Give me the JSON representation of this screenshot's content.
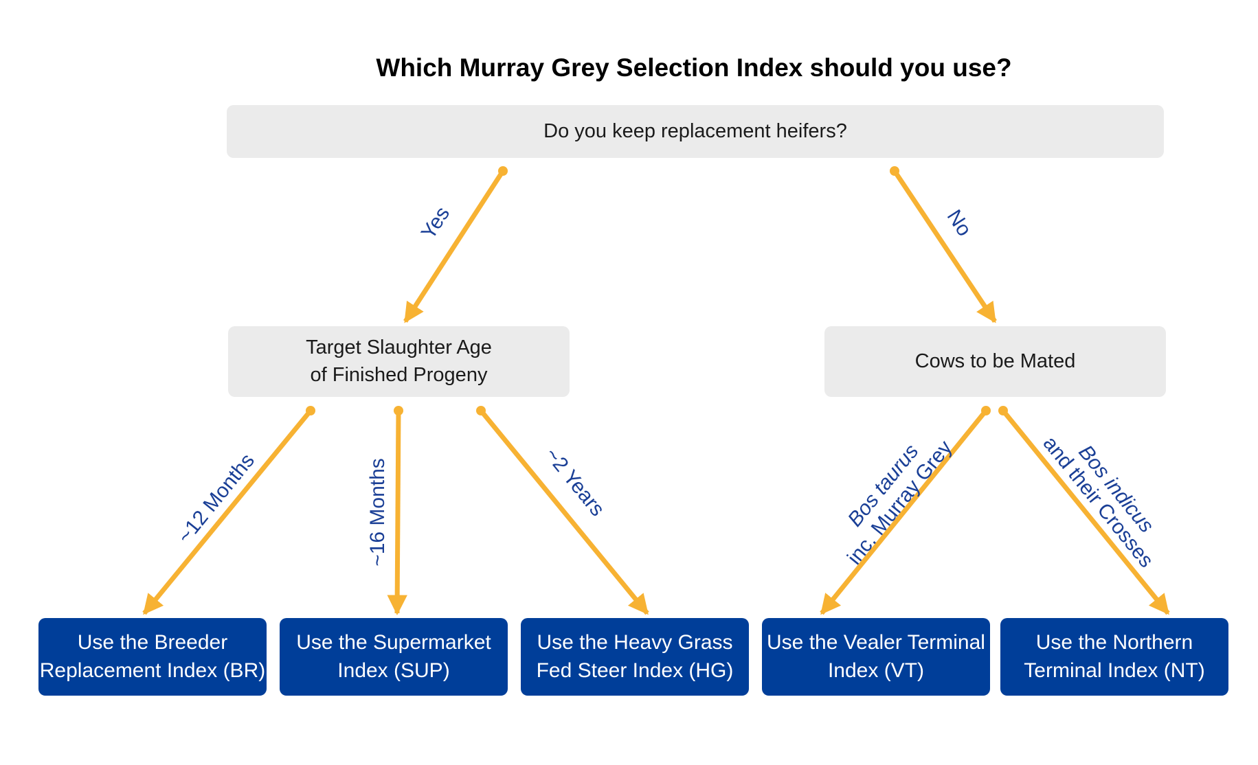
{
  "title": "Which Murray Grey Selection Index should you use?",
  "colors": {
    "arrow": "#f7b233",
    "label": "#1a3f96",
    "question_bg": "#ebebeb",
    "result_bg": "#003e99"
  },
  "questions": {
    "q1": "Do you keep replacement heifers?",
    "q2_line1": "Target Slaughter Age",
    "q2_line2": "of Finished Progeny",
    "q3": "Cows to be Mated"
  },
  "edges": {
    "yes": "Yes",
    "no": "No",
    "m12": "~12 Months",
    "m16": "~16 Months",
    "y2": "~2 Years",
    "taurus_line1": "Bos taurus",
    "taurus_line2": "inc. Murray Grey",
    "indicus_line1": "Bos indicus",
    "indicus_line2": "and their Crosses"
  },
  "results": [
    {
      "pre": "Use the ",
      "line1": "Breeder",
      "line2": "Replacement Index (BR)"
    },
    {
      "pre": "Use the ",
      "line1": "Supermarket",
      "line2": "Index (SUP)"
    },
    {
      "pre": "Use the ",
      "line1": "Heavy Grass",
      "line2": "Fed Steer Index (HG)"
    },
    {
      "pre": "Use the ",
      "line1": "Vealer Terminal",
      "line2": "Index (VT)"
    },
    {
      "pre": "Use the ",
      "line1": "Northern",
      "line2": "Terminal Index (NT)"
    }
  ]
}
